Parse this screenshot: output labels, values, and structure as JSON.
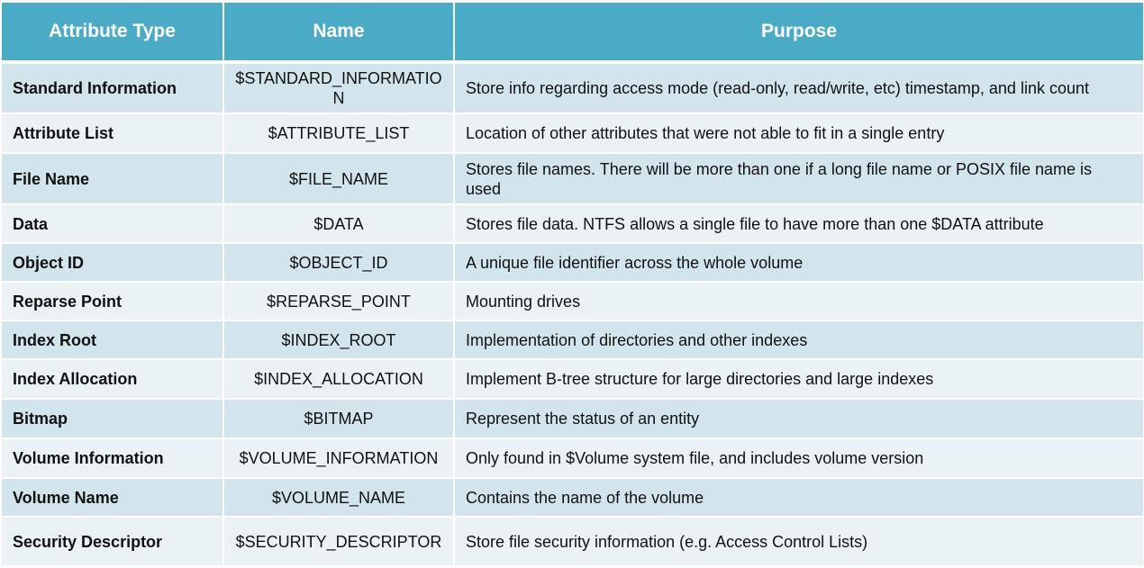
{
  "header": {
    "attribute_type": "Attribute Type",
    "name": "Name",
    "purpose": "Purpose"
  },
  "rows": [
    {
      "type": "Standard Information",
      "name": "$STANDARD_INFORMATION",
      "purpose": "Store info regarding access mode (read-only, read/write, etc) timestamp, and link count"
    },
    {
      "type": "Attribute List",
      "name": "$ATTRIBUTE_LIST",
      "purpose": "Location of other attributes that were not able to fit in a single entry"
    },
    {
      "type": "File Name",
      "name": "$FILE_NAME",
      "purpose": "Stores file names. There will be more than one if a long file name or POSIX file name is used"
    },
    {
      "type": "Data",
      "name": "$DATA",
      "purpose": "Stores file data. NTFS allows a single file to have more than one $DATA attribute"
    },
    {
      "type": "Object ID",
      "name": "$OBJECT_ID",
      "purpose": "A unique file identifier across the whole volume"
    },
    {
      "type": "Reparse Point",
      "name": "$REPARSE_POINT",
      "purpose": "Mounting drives"
    },
    {
      "type": "Index Root",
      "name": "$INDEX_ROOT",
      "purpose": "Implementation of directories and other indexes"
    },
    {
      "type": "Index Allocation",
      "name": "$INDEX_ALLOCATION",
      "purpose": "Implement B-tree structure for large directories and large indexes"
    },
    {
      "type": "Bitmap",
      "name": "$BITMAP",
      "purpose": "Represent the status of an entity"
    },
    {
      "type": "Volume Information",
      "name": "$VOLUME_INFORMATION",
      "purpose": "Only found in $Volume system file, and includes volume version"
    },
    {
      "type": "Volume Name",
      "name": "$VOLUME_NAME",
      "purpose": "Contains the name of the volume"
    },
    {
      "type": "Security Descriptor",
      "name": "$SECURITY_DESCRIPTOR",
      "purpose": "Store file security information (e.g. Access Control Lists)"
    }
  ],
  "colors": {
    "header_bg": "#4aabc6",
    "row_odd_bg": "#d2e5ec",
    "row_even_bg": "#eaf2f5"
  }
}
